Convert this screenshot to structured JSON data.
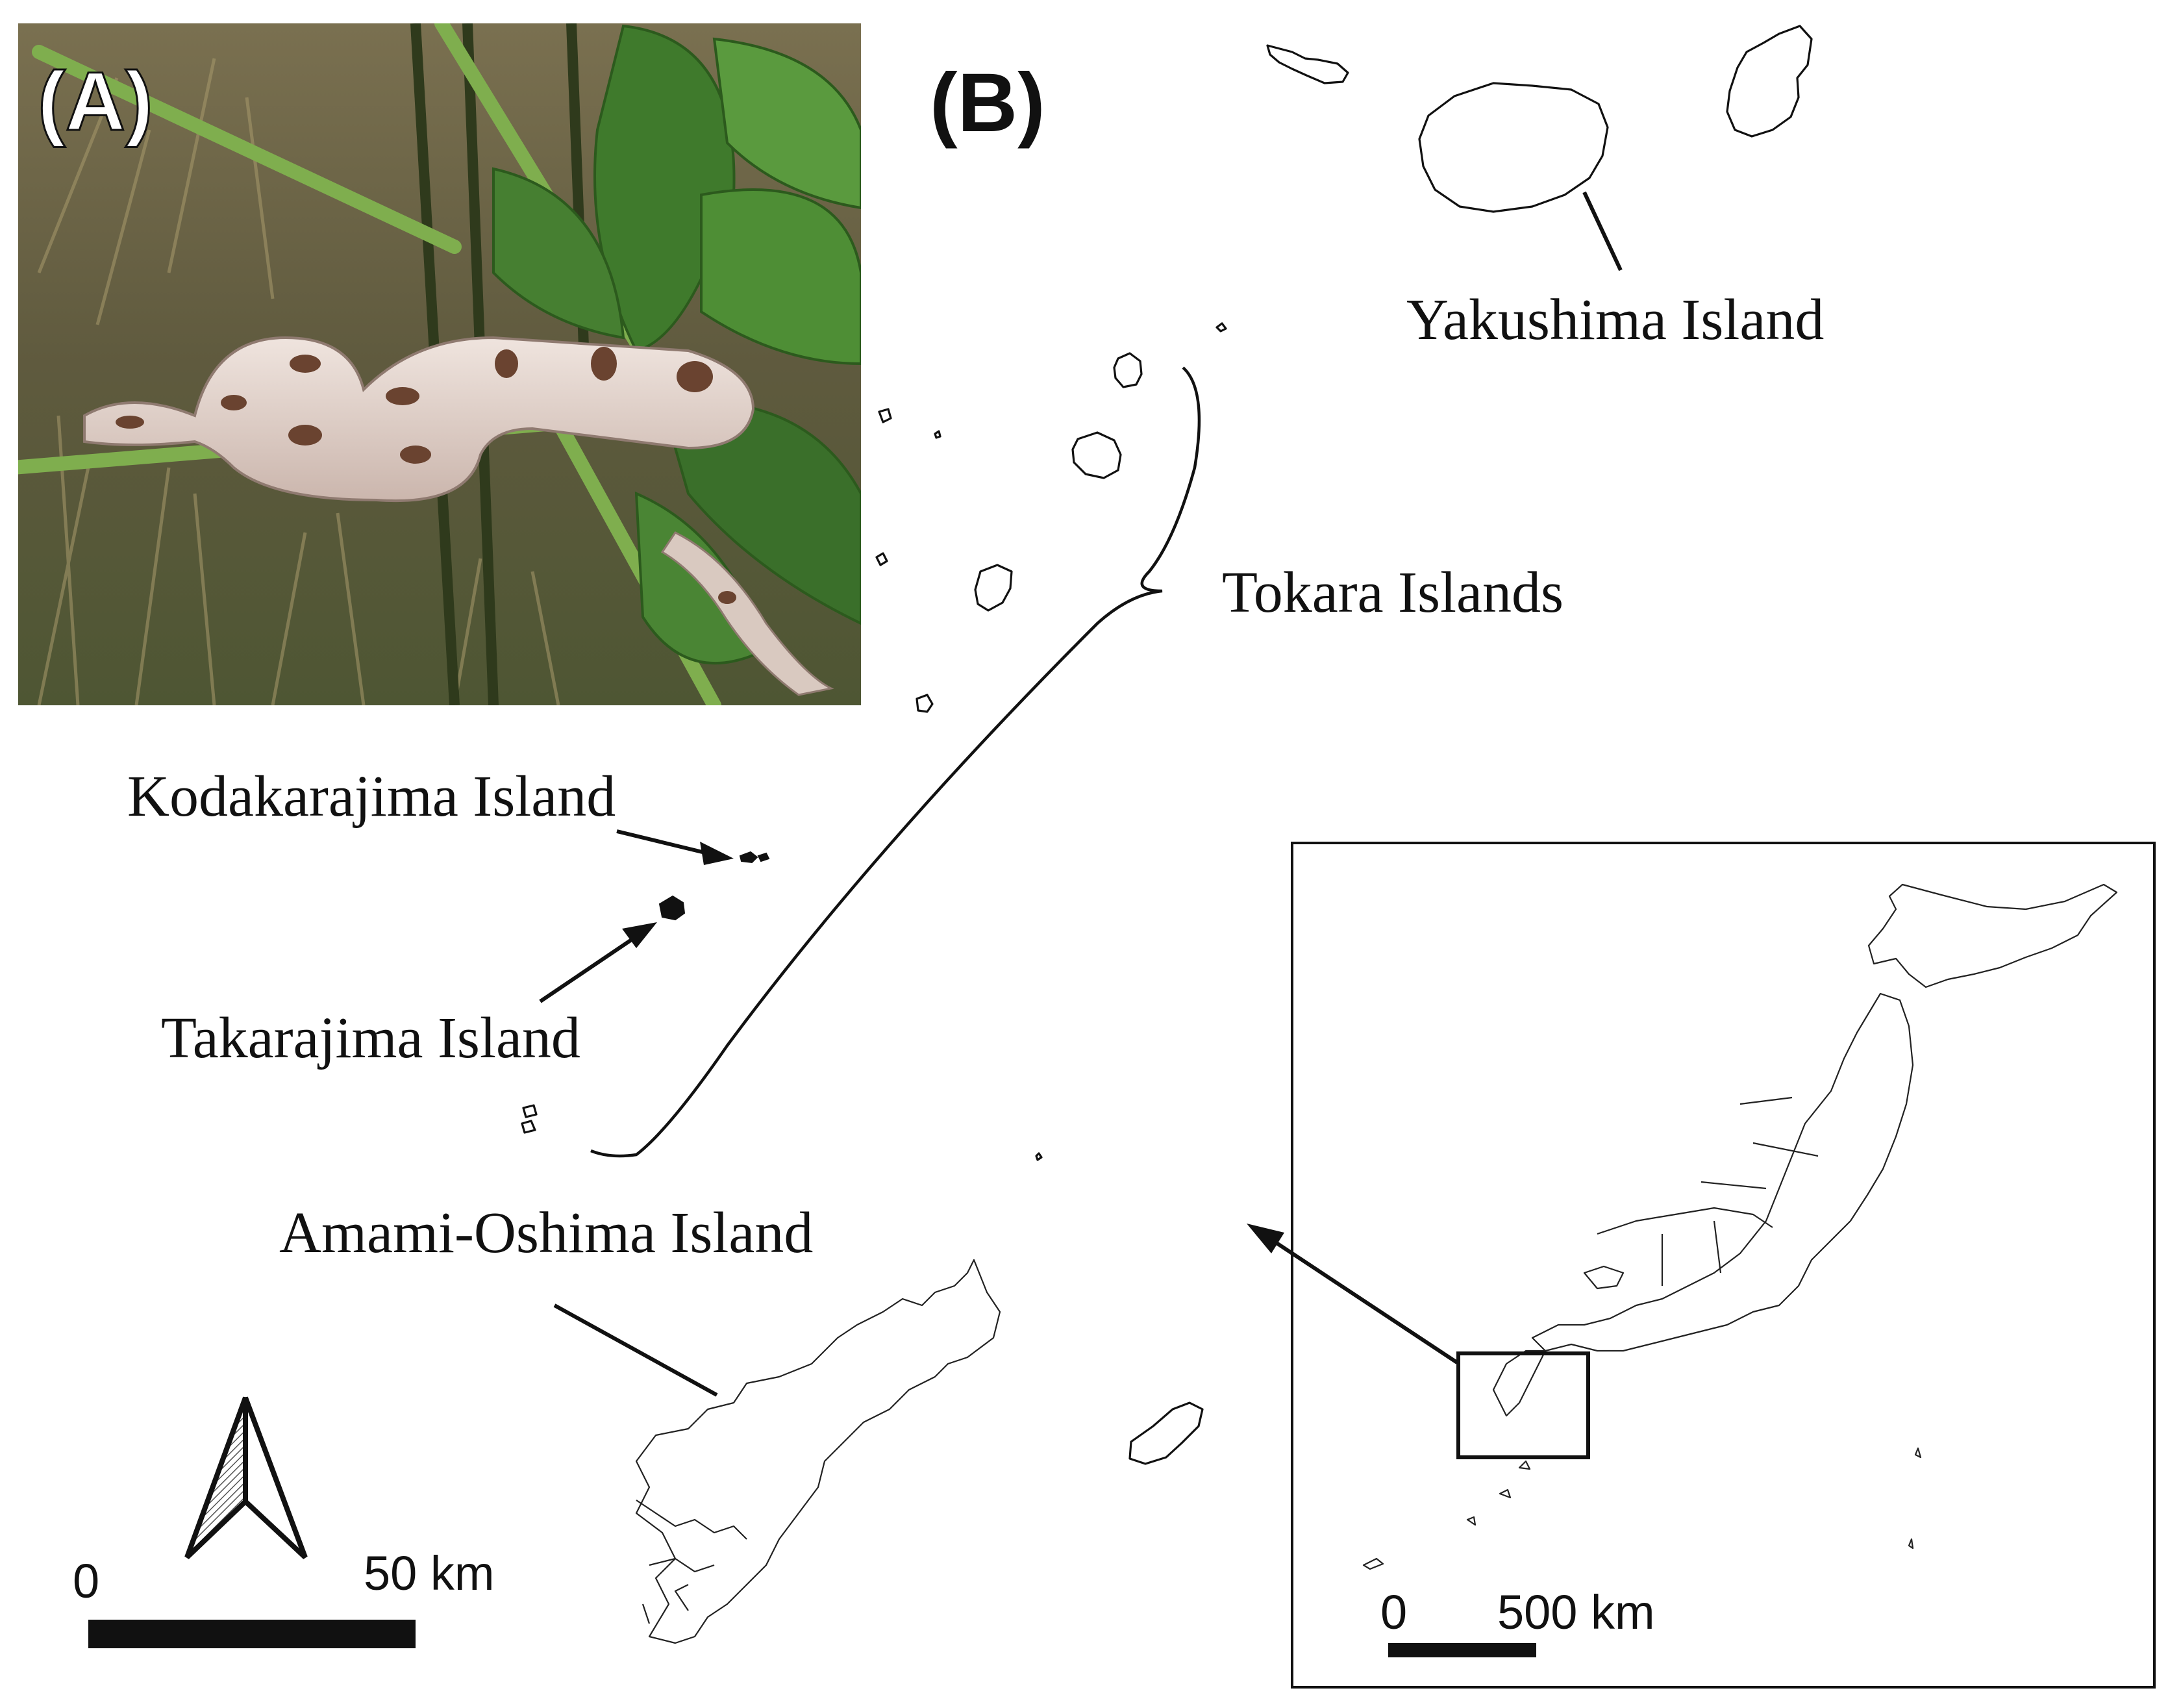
{
  "panels": {
    "photo_label": "(A)",
    "map_label": "(B)"
  },
  "places": {
    "yakushima": "Yakushima Island",
    "tokara": "Tokara Islands",
    "kodakarajima": "Kodakarajima Island",
    "takarajima": "Takarajima Island",
    "amami": "Amami-Oshima Island"
  },
  "scale_bars": {
    "main": {
      "start": "0",
      "end": "50 km"
    },
    "inset": {
      "start": "0",
      "end": "500 km"
    }
  },
  "colors": {
    "ink": "#111111",
    "leaf_green": "#3f7a2c",
    "snake_pale": "#e6d8d0",
    "snake_marking": "#6a4330",
    "ground": "#6d6446"
  },
  "icons": {
    "north_arrow": "north-arrow-icon"
  }
}
